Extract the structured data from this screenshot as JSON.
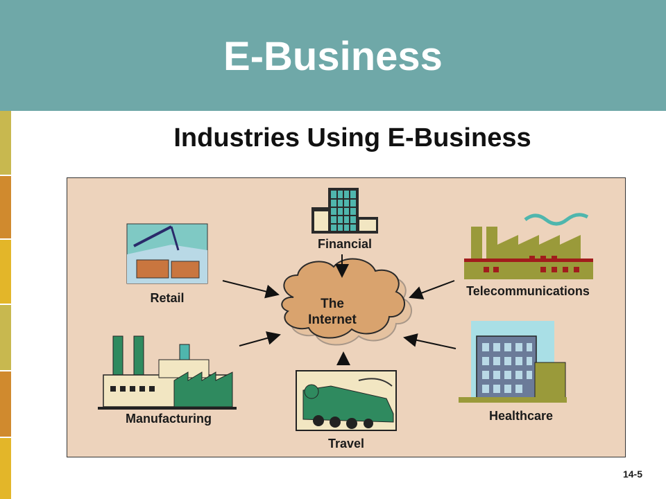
{
  "header": {
    "title": "E-Business"
  },
  "slide": {
    "subtitle": "Industries Using E-Business",
    "page_number": "14-5"
  },
  "diagram": {
    "center": {
      "line1": "The",
      "line2": "Internet"
    },
    "nodes": [
      {
        "id": "financial",
        "label": "Financial"
      },
      {
        "id": "retail",
        "label": "Retail"
      },
      {
        "id": "telecommunications",
        "label": "Telecommunications"
      },
      {
        "id": "manufacturing",
        "label": "Manufacturing"
      },
      {
        "id": "travel",
        "label": "Travel"
      },
      {
        "id": "healthcare",
        "label": "Healthcare"
      }
    ]
  },
  "colors": {
    "header_bg": "#6fa8a8",
    "diagram_bg": "#edd3bc",
    "cloud": "#d9a36e",
    "sidebar": [
      "#c8b84f",
      "#d08a2e",
      "#e3b629",
      "#c8b84f",
      "#d08a2e",
      "#e3b629"
    ]
  }
}
